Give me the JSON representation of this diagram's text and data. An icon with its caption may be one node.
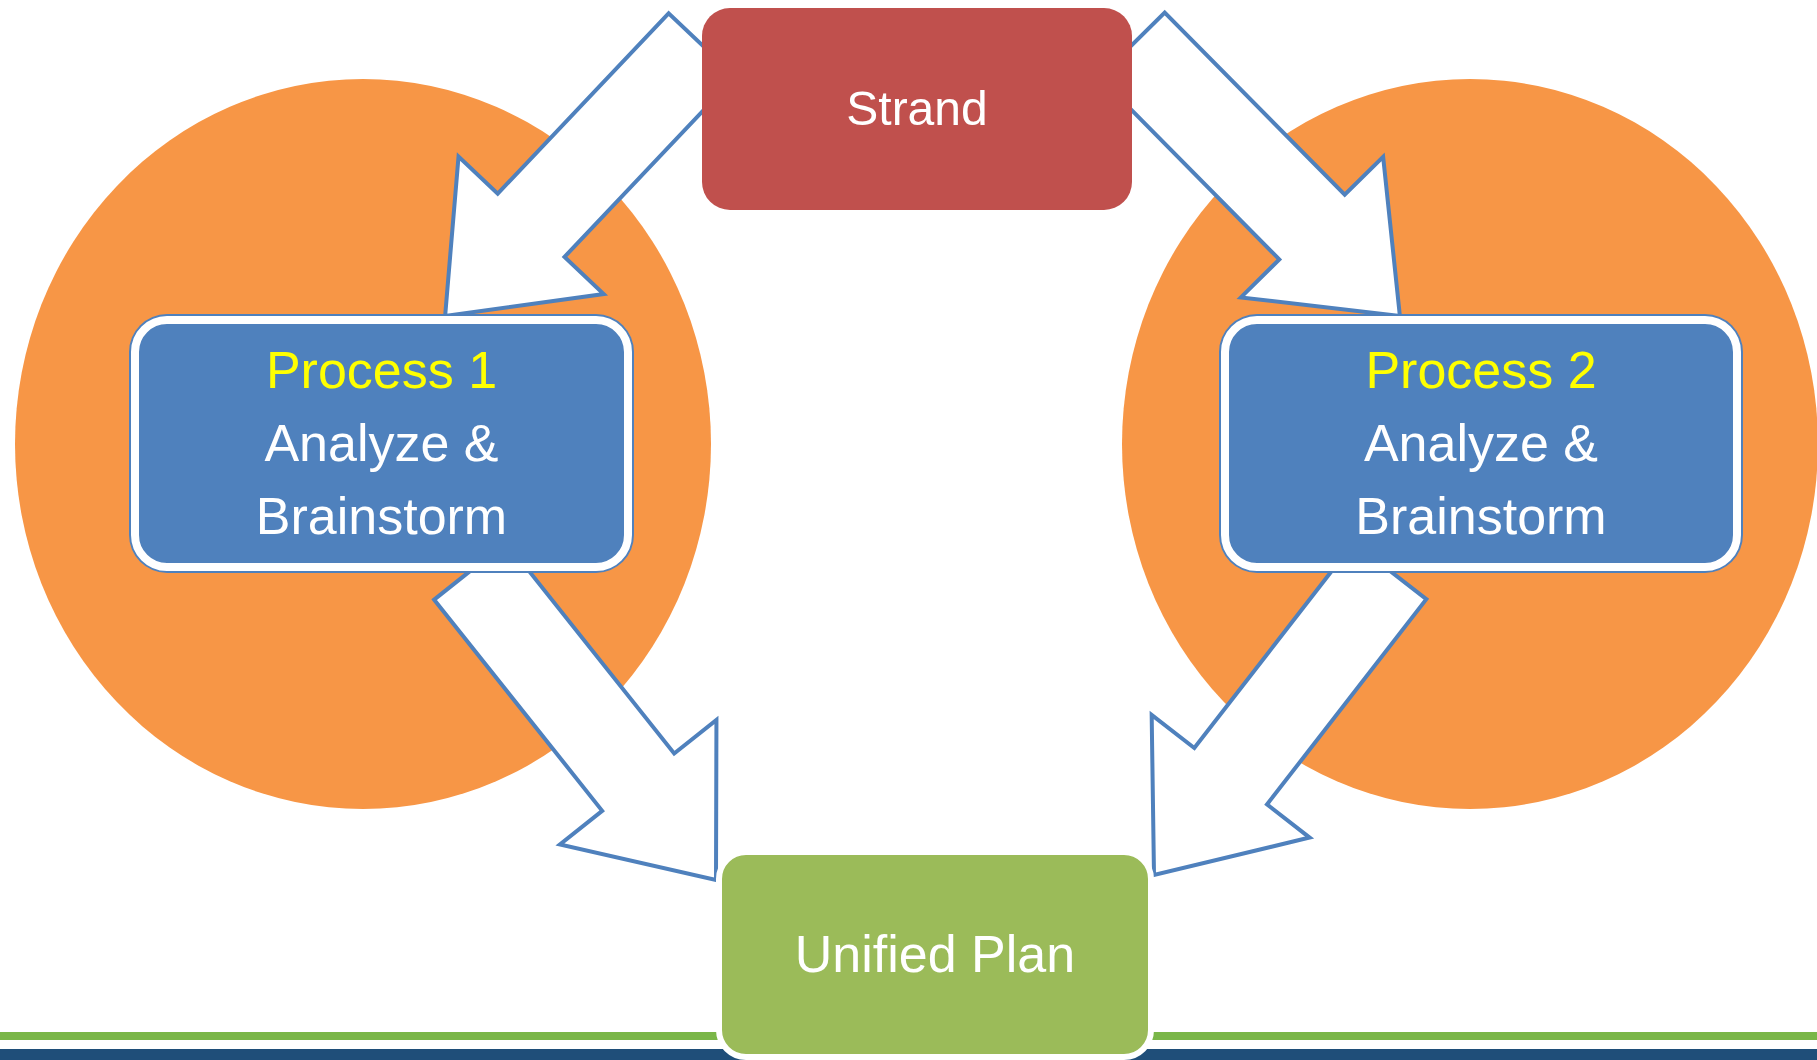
{
  "diagram": {
    "nodes": [
      {
        "text": [
          "Strand"
        ]
      },
      {
        "text": [],
        "shape": "circle"
      },
      {
        "text": [
          "Process 1",
          "Analyze & Brainstorm"
        ],
        "in": 1
      },
      {
        "text": [],
        "shape": "circle"
      },
      {
        "text": [
          "Process 2",
          "Analyze & Brainstorm"
        ],
        "in": 3
      },
      {
        "text": [
          "Unified Plan"
        ]
      }
    ],
    "edges": [
      {
        "from": 0,
        "to": 2,
        "arrow": "to"
      },
      {
        "from": 0,
        "to": 4,
        "arrow": "to"
      },
      {
        "from": 2,
        "to": 5,
        "arrow": "to"
      },
      {
        "from": 4,
        "to": 5,
        "arrow": "to"
      }
    ]
  }
}
